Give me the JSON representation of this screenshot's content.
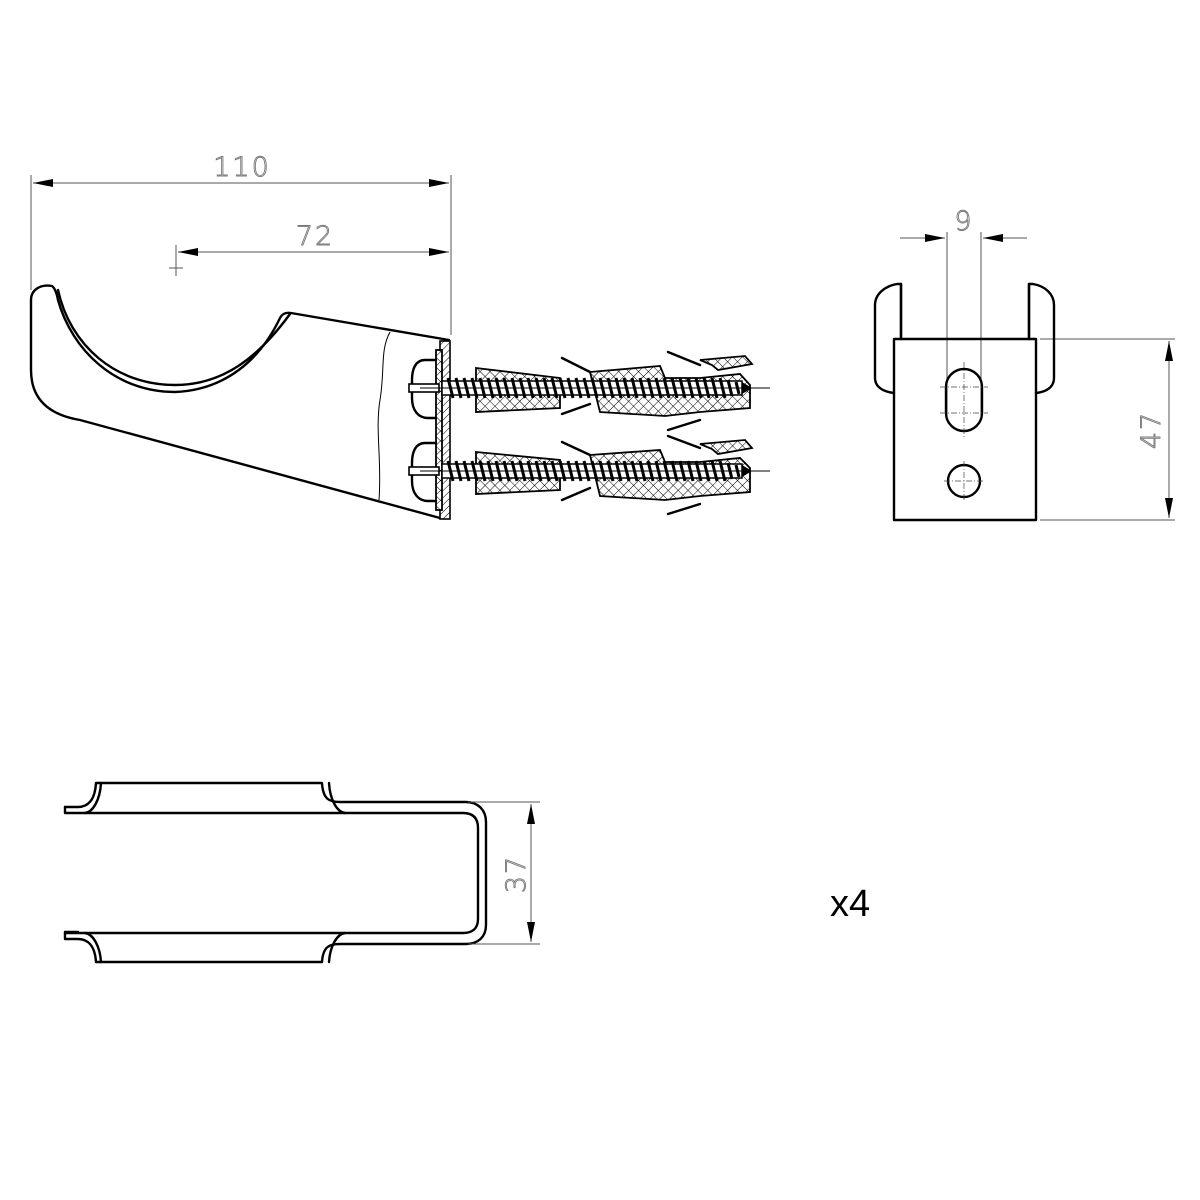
{
  "drawing": {
    "title": "Bracket technical drawing",
    "views": {
      "side_view": {
        "dimensions": {
          "overall_length": "110",
          "center_to_wall": "72"
        }
      },
      "front_view": {
        "dimensions": {
          "slot_width": "9",
          "height": "47"
        }
      },
      "top_view": {
        "dimensions": {
          "width": "37"
        }
      }
    },
    "quantity_label": "x4",
    "colors": {
      "line": "#000000",
      "dimension": "#777777",
      "background": "#ffffff"
    }
  }
}
